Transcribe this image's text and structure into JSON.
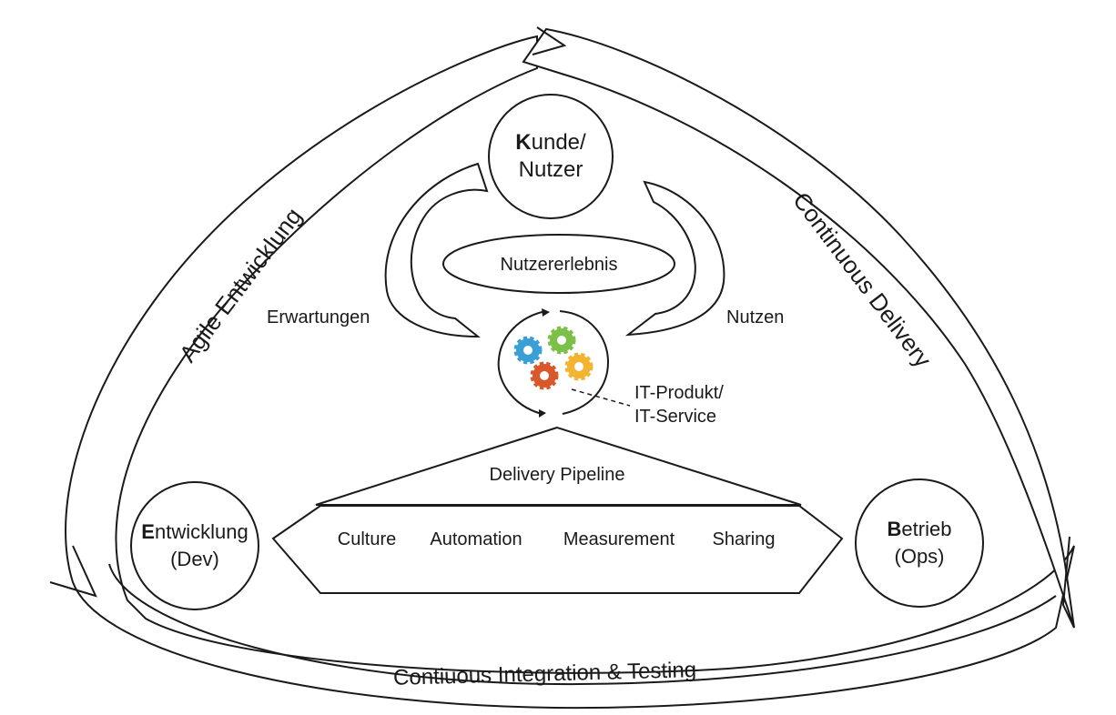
{
  "band_labels": {
    "left": "Agile Entwicklung",
    "right": "Continuous Delivery",
    "bottom": "Contiuous Integration & Testing"
  },
  "nodes": {
    "customer": {
      "initial": "K",
      "rest": "unde/",
      "line2": "Nutzer"
    },
    "development": {
      "initial": "E",
      "rest": "ntwicklung",
      "line2": "(Dev)"
    },
    "operations": {
      "initial": "B",
      "rest": "etrieb",
      "line2": "(Ops)"
    }
  },
  "center": {
    "experience": "Nutzererlebnis",
    "expectations": "Erwartungen",
    "benefit": "Nutzen",
    "product_line1": "IT-Produkt/",
    "product_line2": "IT-Service"
  },
  "pipeline": {
    "title": "Delivery Pipeline",
    "items": [
      "Culture",
      "Automation",
      "Measurement",
      "Sharing"
    ]
  },
  "gear_colors": {
    "blue": "#3a9fd6",
    "green": "#7cc04a",
    "yellow": "#f2b431",
    "red": "#d9582b"
  }
}
